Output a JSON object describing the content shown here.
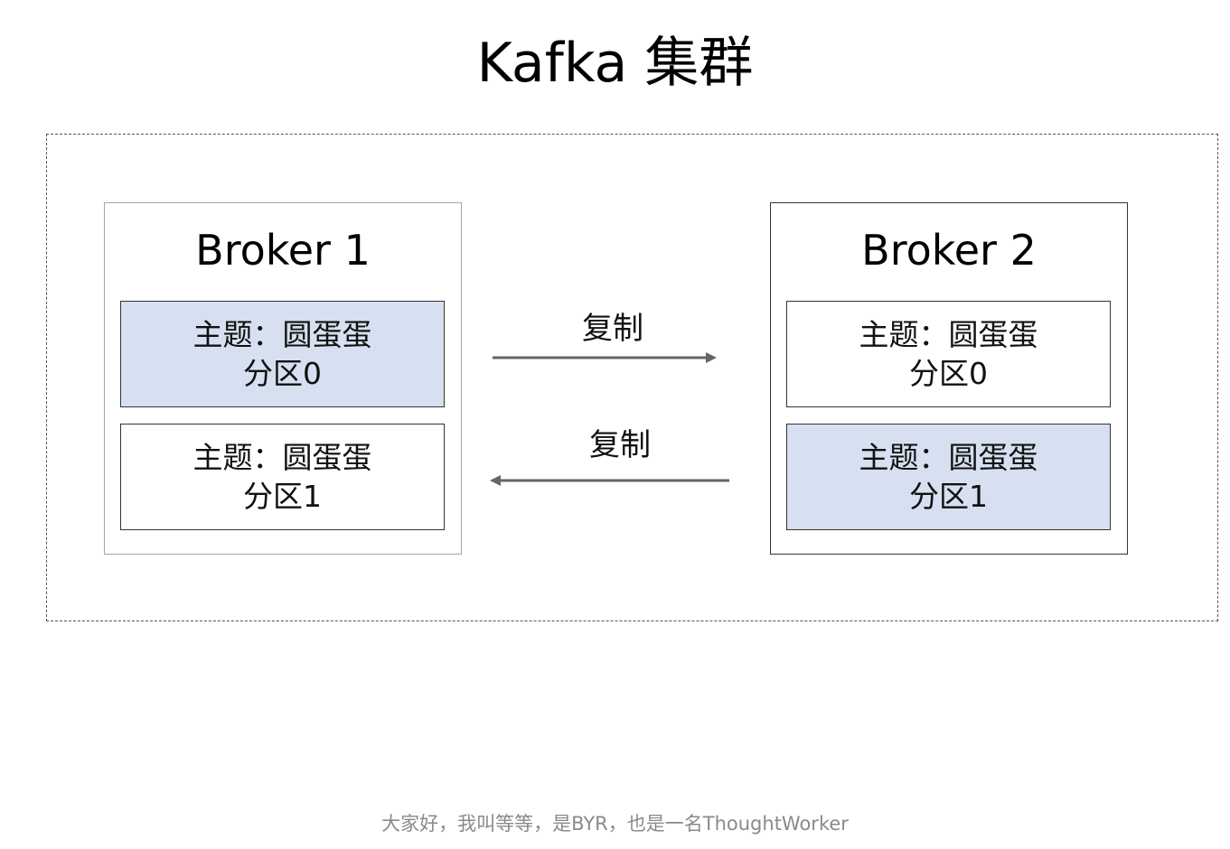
{
  "title": "Kafka 集群",
  "brokers": [
    {
      "name": "Broker 1",
      "partitions": [
        {
          "topic": "主题：圆蛋蛋",
          "partition": "分区0",
          "role": "leader"
        },
        {
          "topic": "主题：圆蛋蛋",
          "partition": "分区1",
          "role": "follower"
        }
      ]
    },
    {
      "name": "Broker 2",
      "partitions": [
        {
          "topic": "主题：圆蛋蛋",
          "partition": "分区0",
          "role": "follower"
        },
        {
          "topic": "主题：圆蛋蛋",
          "partition": "分区1",
          "role": "leader"
        }
      ]
    }
  ],
  "replication": [
    {
      "label": "复制",
      "direction": "right"
    },
    {
      "label": "复制",
      "direction": "left"
    }
  ],
  "footer": "大家好，我叫等等，是BYR，也是一名ThoughtWorker",
  "colors": {
    "leader_fill": "#d6e0f0",
    "follower_fill": "#ffffff",
    "arrow": "#666666",
    "footer_text": "#8a8a8a"
  }
}
